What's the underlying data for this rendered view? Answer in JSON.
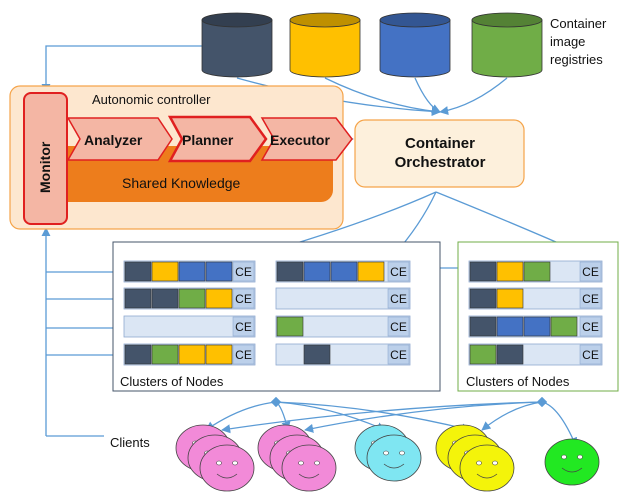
{
  "labels": {
    "registries_l1": "Container",
    "registries_l2": "image",
    "registries_l3": "registries",
    "controller": "Autonomic controller",
    "monitor": "Monitor",
    "analyzer": "Analyzer",
    "planner": "Planner",
    "executor": "Executor",
    "knowledge": "Shared Knowledge",
    "orch_l1": "Container",
    "orch_l2": "Orchestrator",
    "ce": "CE",
    "cluster1": "Clusters of Nodes",
    "cluster2": "Clusters of Nodes",
    "clients": "Clients"
  },
  "colors": {
    "navy": "#44546a",
    "gold": "#ffc000",
    "blue": "#4472c4",
    "green": "#70ad47",
    "monitor_fill": "#f4b6a4",
    "monitor_border": "#e02020",
    "knowledge": "#ed7d1c",
    "controller_bg": "#fde7cf",
    "orchestrator_bg": "#fdf0dc",
    "row_bg": "#dbe6f4",
    "ce_bg": "#bcd0ea",
    "arrow": "#5b9bd5",
    "pink": "#f28ad8",
    "cyan": "#7fe6f2",
    "yellow": "#f4f40a",
    "lime": "#22e822"
  },
  "registries": [
    "navy",
    "gold",
    "blue",
    "green"
  ],
  "cluster1": {
    "col1": [
      [
        "navy",
        "gold",
        "blue",
        "blue"
      ],
      [
        "navy",
        "navy",
        "green",
        "gold"
      ],
      [],
      [
        "navy",
        "green",
        "gold",
        "gold"
      ]
    ],
    "col2": [
      [
        "navy",
        "blue",
        "blue",
        "gold"
      ],
      [],
      [
        "green"
      ],
      [
        "_",
        "navy"
      ]
    ]
  },
  "cluster2": [
    [
      "navy",
      "gold",
      "green"
    ],
    [
      "navy",
      "gold"
    ],
    [
      "navy",
      "blue",
      "blue",
      "green"
    ],
    [
      "green",
      "navy"
    ]
  ],
  "clients": [
    {
      "color": "pink",
      "count": 3
    },
    {
      "color": "pink",
      "count": 3
    },
    {
      "color": "cyan",
      "count": 2
    },
    {
      "color": "yellow",
      "count": 3
    },
    {
      "color": "lime",
      "count": 1
    }
  ]
}
